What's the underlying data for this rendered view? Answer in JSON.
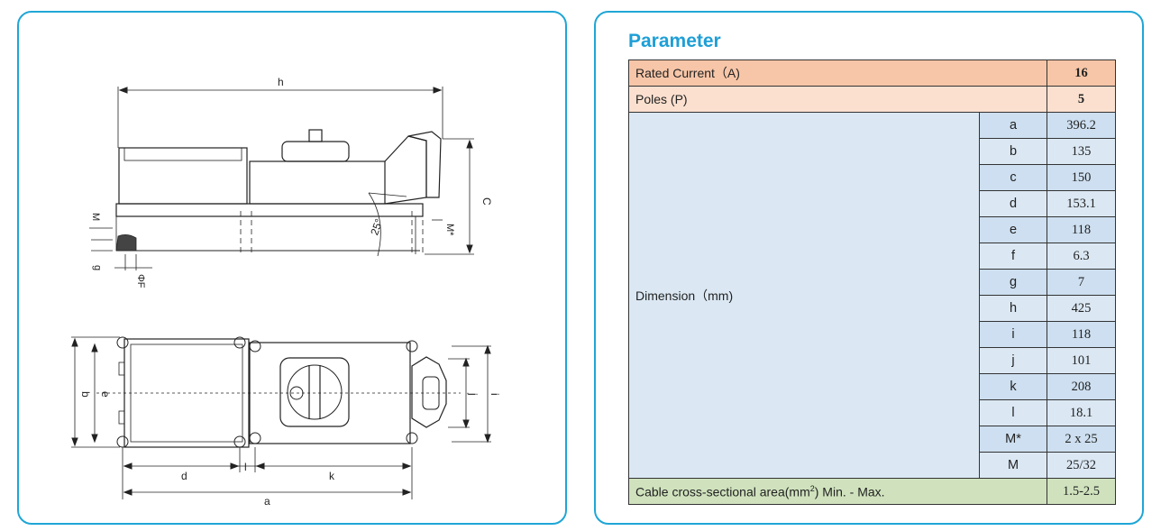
{
  "parameter_title": "Parameter",
  "rated_current": {
    "label": "Rated Current（A)",
    "value": "16"
  },
  "poles": {
    "label": "Poles (P)",
    "value": "5"
  },
  "dimension_label": "Dimension（mm)",
  "dimensions": [
    {
      "key": "a",
      "value": "396.2"
    },
    {
      "key": "b",
      "value": "135"
    },
    {
      "key": "c",
      "value": "150"
    },
    {
      "key": "d",
      "value": "153.1"
    },
    {
      "key": "e",
      "value": "118"
    },
    {
      "key": "f",
      "value": "6.3"
    },
    {
      "key": "g",
      "value": "7"
    },
    {
      "key": "h",
      "value": "425"
    },
    {
      "key": "i",
      "value": "118"
    },
    {
      "key": "j",
      "value": "101"
    },
    {
      "key": "k",
      "value": "208"
    },
    {
      "key": "l",
      "value": "18.1"
    },
    {
      "key": "M*",
      "value": "2 x 25"
    },
    {
      "key": "M",
      "value": "25/32"
    }
  ],
  "cable": {
    "label_pre": "Cable cross-sectional area(mm",
    "label_sup": "2",
    "label_post": ") Min. - Max.",
    "value": "1.5-2.5"
  },
  "drawing_labels": {
    "h": "h",
    "c": "C",
    "angle": "25°",
    "m": "M",
    "m_star": "M*",
    "g": "g",
    "phi_f": "ΦF",
    "b": "b",
    "e": "e",
    "d": "d",
    "l": "l",
    "k": "k",
    "a": "a",
    "j": "j",
    "i": "i"
  },
  "colors": {
    "accent": "#1fa6d6",
    "rated_row": "#f7c6a8",
    "poles_row": "#fbe0cf",
    "dimension_bg": "#dbe8f4",
    "cable_row": "#cfe2bd"
  }
}
